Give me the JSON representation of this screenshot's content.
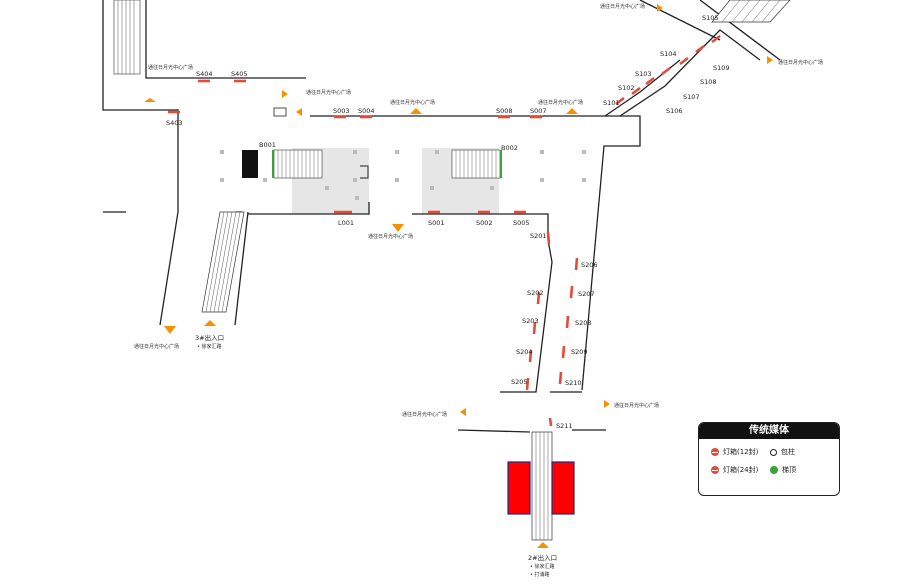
{
  "map": {
    "direction_label": "通往日月光中心广场",
    "station_codes": [
      "S105",
      "S104",
      "S103",
      "S102",
      "S101",
      "S109",
      "S108",
      "S107",
      "S106",
      "S404",
      "S405",
      "S403",
      "S003",
      "S004",
      "S008",
      "S007",
      "B001",
      "B002",
      "L001",
      "S001",
      "S002",
      "S005",
      "S201",
      "S202",
      "S203",
      "S204",
      "S205",
      "S206",
      "S207",
      "S208",
      "S209",
      "S210",
      "S211"
    ],
    "exit_3": {
      "name": "3#出入口",
      "sub": "• 徐家汇路"
    },
    "exit_2": {
      "name": "2#出入口",
      "sub1": "• 徐家汇路",
      "sub2": "• 打浦路"
    }
  },
  "legend": {
    "title": "传统媒体",
    "items": [
      {
        "label": "灯箱(12封)",
        "icon": "lightbox-12-icon"
      },
      {
        "label": "包柱",
        "icon": "pillar-wrap-icon"
      },
      {
        "label": "灯箱(24封)",
        "icon": "lightbox-24-icon"
      },
      {
        "label": "梯顶",
        "icon": "stair-top-icon"
      }
    ]
  },
  "colors": {
    "accent_orange": "#f39200",
    "ad_red": "#e34b3a",
    "highlight_red": "#ff0000",
    "green": "#3aa335"
  }
}
